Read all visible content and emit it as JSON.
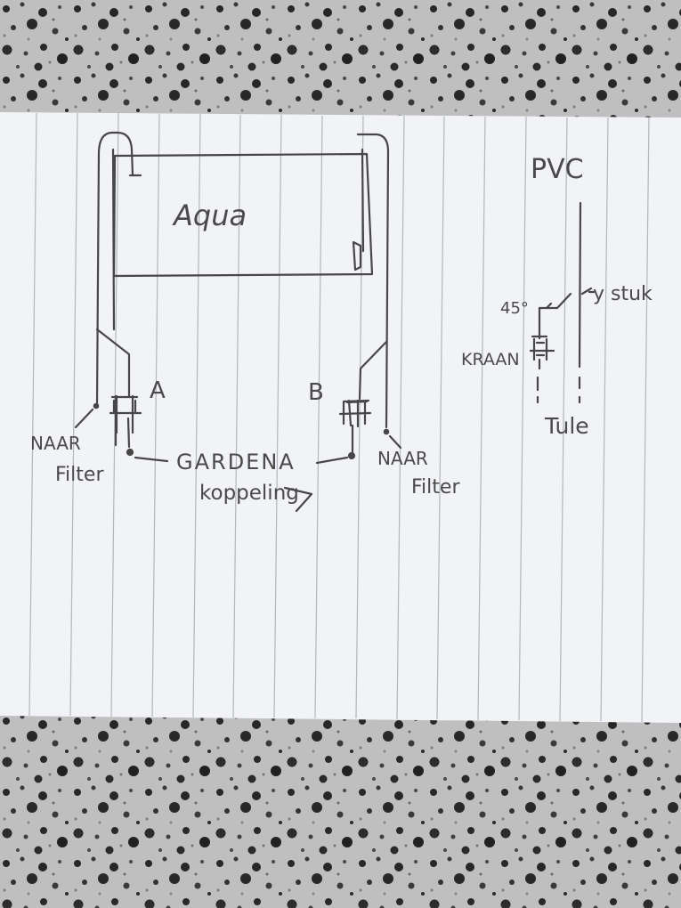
{
  "sketch": {
    "labels": {
      "aquarium": "Aqua",
      "valve_a": "A",
      "valve_b": "B",
      "left_outlet_line1": "NAAR",
      "left_outlet_line2": "Filter",
      "right_outlet_line1": "NAAR",
      "right_outlet_line2": "Filter",
      "coupling_line1": "GARDENA",
      "coupling_line2": "koppeling",
      "pvc": "PVC",
      "y_piece": "y stuk",
      "angle": "45°",
      "tap": "KRAAN",
      "nozzle": "Tule"
    }
  },
  "colors": {
    "paper": "#f3f4f8",
    "pencil": "#4a4a4a",
    "rule_lines": "#a7a9b3",
    "granite_light": "#bdbdbd",
    "granite_dark": "#111111"
  }
}
